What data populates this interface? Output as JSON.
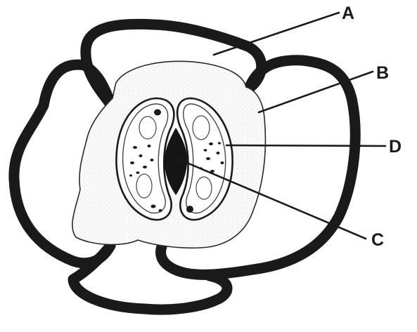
{
  "labels": {
    "a": "A",
    "b": "B",
    "c": "C",
    "d": "D"
  },
  "colors": {
    "ink": "#1a1a1a",
    "cell_fill": "#f7f7f7",
    "background": "#ffffff"
  }
}
